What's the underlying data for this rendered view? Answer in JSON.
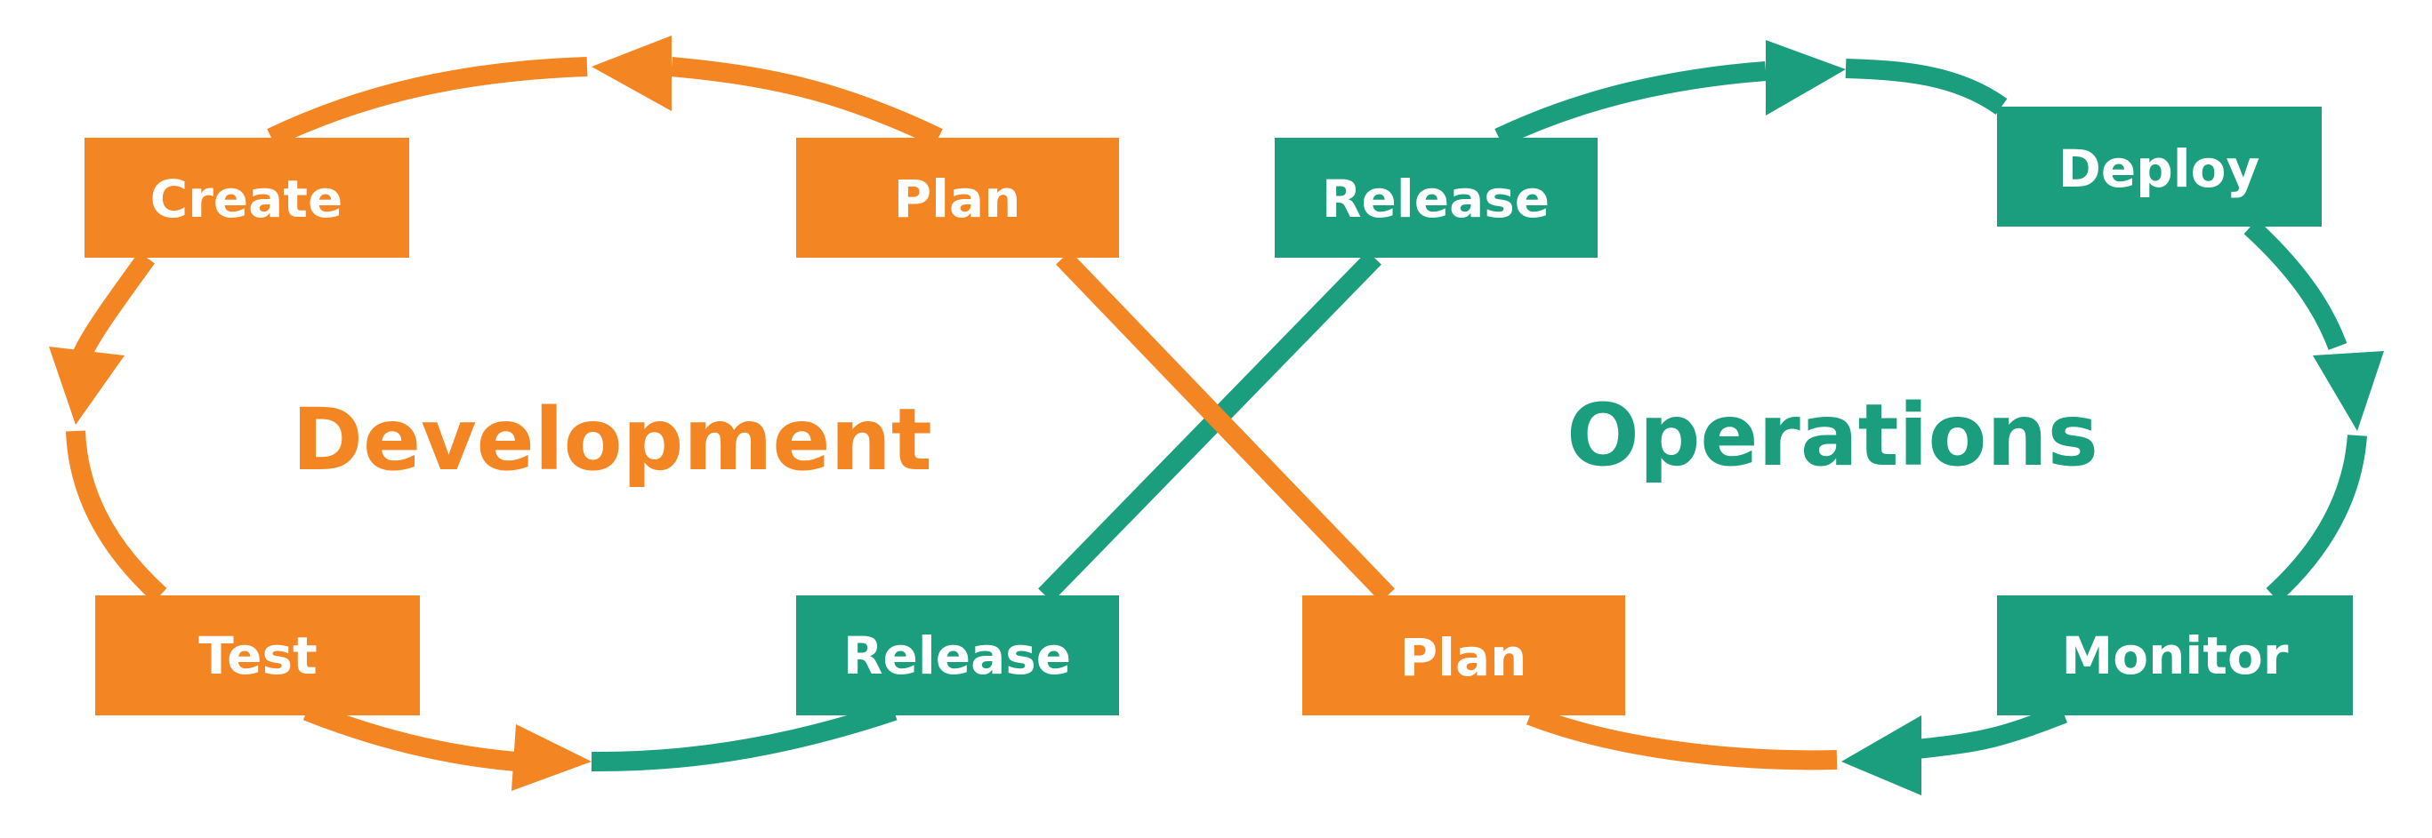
{
  "colors": {
    "development": "#F38522",
    "operations": "#1A9E7E",
    "label_text": "#FFFFFF"
  },
  "sections": {
    "development": "Development",
    "operations": "Operations"
  },
  "nodes": {
    "create": "Create",
    "plan_top": "Plan",
    "test": "Test",
    "release_bottom": "Release",
    "release_top": "Release",
    "deploy": "Deploy",
    "plan_bottom": "Plan",
    "monitor": "Monitor"
  }
}
